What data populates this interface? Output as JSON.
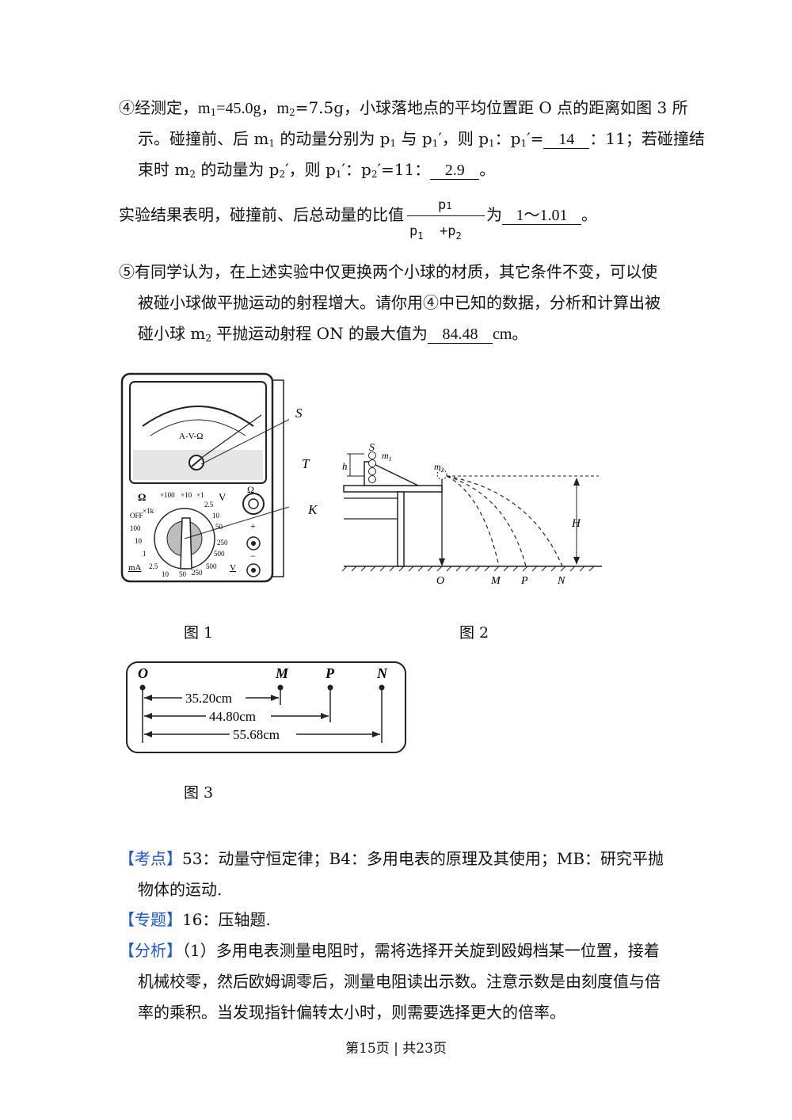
{
  "item4": {
    "l1_a": "④经测定，",
    "l1_b": "m",
    "l1_c": "1",
    "l1_d": "=45.0g，",
    "l1_e": "m",
    "l1_f": "2",
    "l1_g": "=7.5g，小球落地点的平均位置距 O 点的距离如图 3 所",
    "l2_a": "示。碰撞前、后 m",
    "l2_b": "1",
    "l2_c": " 的动量分别为 p",
    "l2_d": "1",
    "l2_e": " 与 p",
    "l2_f": "1",
    "l2_g": "′，则 p",
    "l2_h": "1",
    "l2_i": "：p",
    "l2_j": "1",
    "l2_k": "′=",
    "l2_ans": "14",
    "l2_l": "：11；若碰撞结",
    "l3_a": "束时 m",
    "l3_b": "2",
    "l3_c": " 的动量为 p",
    "l3_d": "2",
    "l3_e": "′，则 p",
    "l3_f": "1",
    "l3_g": "′：p",
    "l3_h": "2",
    "l3_i": "′=11：",
    "l3_ans": "2.9",
    "l3_j": "。"
  },
  "result": {
    "text_a": "实验结果表明，碰撞前、后总动量的比值",
    "num": "p",
    "num_sub": "1",
    "den_a": "p",
    "den_a_sub": "1",
    "den_b": "+p",
    "den_b_sub": "2",
    "text_b": "为",
    "ans": "1～1.01",
    "text_c": "。"
  },
  "item5": {
    "l1": "⑤有同学认为，在上述实验中仅更换两个小球的材质，其它条件不变，可以使",
    "l2": "被碰小球做平抛运动的射程增大。请你用④中已知的数据，分析和计算出被",
    "l3_a": "碰小球 m",
    "l3_b": "2",
    "l3_c": " 平抛运动射程 ON 的最大值为",
    "l3_ans": "84.48",
    "l3_d": "cm。"
  },
  "fig1": {
    "caption": "图 1",
    "scale_label": "A-V-Ω",
    "label_S": "S",
    "label_T": "T",
    "label_K": "K",
    "ohm": "Ω",
    "volt": "V",
    "ma": "mA",
    "plus": "+",
    "minus": "−",
    "dial": [
      "×1k",
      "×100",
      "×10",
      "×1",
      "2.5",
      "10",
      "50",
      "250",
      "500",
      "OFF",
      "100",
      "10",
      "1",
      "2.5",
      "10",
      "50",
      "250",
      "500"
    ]
  },
  "fig2": {
    "caption": "图 2",
    "S": "S",
    "m1": "m",
    "m1_sub": "1",
    "m2": "m",
    "m2_sub": "2",
    "h": "h",
    "H": "H",
    "O": "O",
    "M": "M",
    "P": "P",
    "N": "N"
  },
  "fig3": {
    "caption": "图 3",
    "O": "O",
    "M": "M",
    "P": "P",
    "N": "N",
    "d1": "35.20cm",
    "d2": "44.80cm",
    "d3": "55.68cm"
  },
  "analysis": {
    "kaodian_tag": "【考点】",
    "kaodian_1": "53：动量守恒定律；B4：多用电表的原理及其使用；MB：研究平抛",
    "kaodian_2": "物体的运动.",
    "zhuanti_tag": "【专题】",
    "zhuanti": "16：压轴题.",
    "fenxi_tag": "【分析】",
    "fenxi_1": "（1）多用电表测量电阻时，需将选择开关旋到殴姆档某一位置，接着",
    "fenxi_2": "机械校零，然后欧姆调零后，测量电阻读出示数。注意示数是由刻度值与倍",
    "fenxi_3": "率的乘积。当发现指针偏转太小时，则需要选择更大的倍率。"
  },
  "footer": "第15页 | 共23页"
}
